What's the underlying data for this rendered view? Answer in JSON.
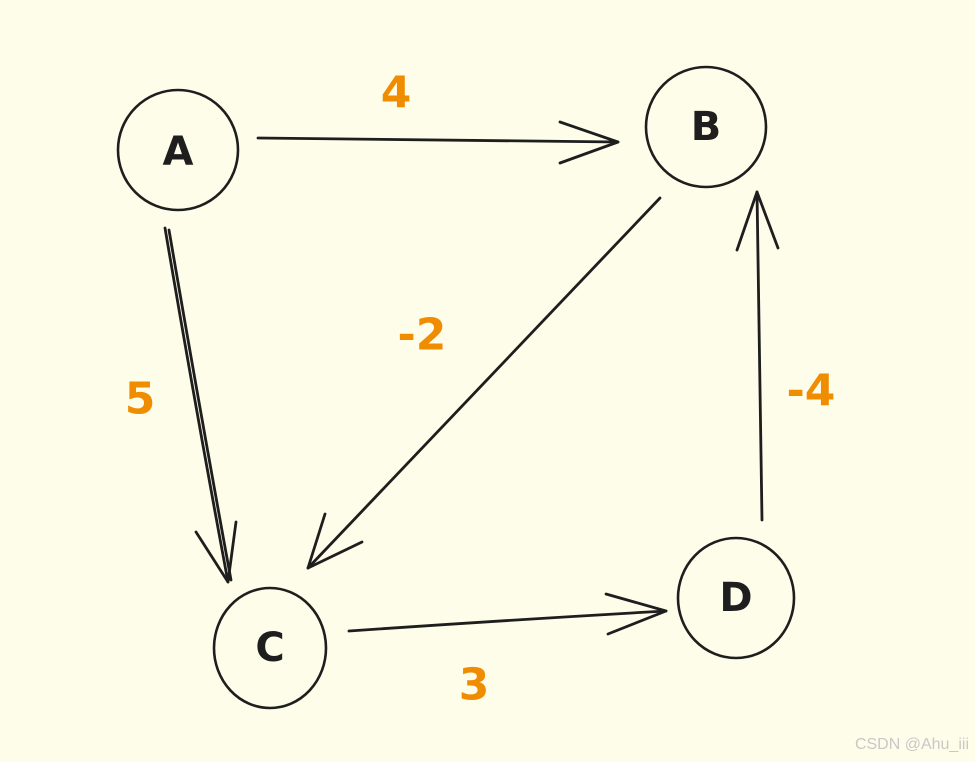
{
  "graph": {
    "nodes": [
      {
        "id": "A",
        "label": "A"
      },
      {
        "id": "B",
        "label": "B"
      },
      {
        "id": "C",
        "label": "C"
      },
      {
        "id": "D",
        "label": "D"
      }
    ],
    "edges": [
      {
        "from": "A",
        "to": "B",
        "weight": "4"
      },
      {
        "from": "A",
        "to": "C",
        "weight": "5"
      },
      {
        "from": "B",
        "to": "C",
        "weight": "-2"
      },
      {
        "from": "C",
        "to": "D",
        "weight": "3"
      },
      {
        "from": "D",
        "to": "B",
        "weight": "-4"
      }
    ]
  },
  "colors": {
    "background": "#FEFDE9",
    "stroke": "#1E1E1E",
    "weight": "#F08C00",
    "watermark": "#C8C8C8"
  },
  "watermark": {
    "text": "CSDN @Ahu_iii"
  }
}
